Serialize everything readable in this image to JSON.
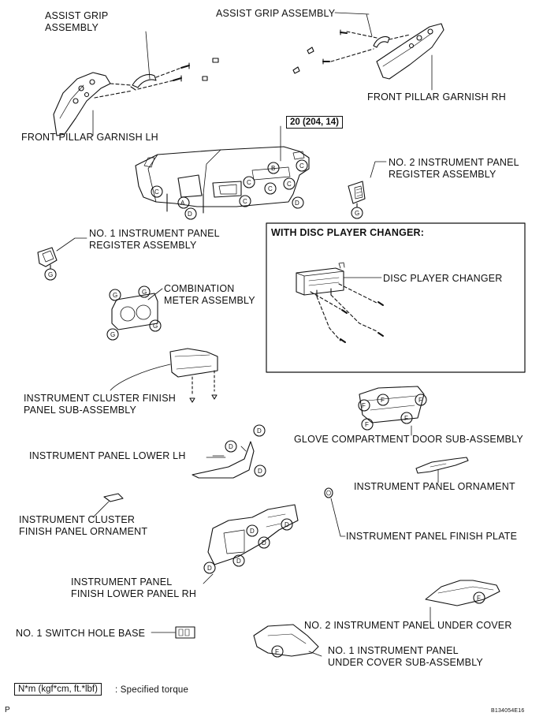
{
  "labels": {
    "assist_grip_lh": [
      "ASSIST GRIP",
      "ASSEMBLY"
    ],
    "assist_grip_rh": "ASSIST GRIP ASSEMBLY",
    "front_pillar_rh": "FRONT PILLAR GARNISH RH",
    "front_pillar_lh": "FRONT PILLAR GARNISH LH",
    "torque_callout": "20 (204, 14)",
    "no2_register": [
      "NO. 2 INSTRUMENT PANEL",
      "REGISTER ASSEMBLY"
    ],
    "no1_register": [
      "NO. 1 INSTRUMENT PANEL",
      "REGISTER ASSEMBLY"
    ],
    "disc_box_title": "WITH DISC PLAYER CHANGER:",
    "disc_player_changer": "DISC PLAYER CHANGER",
    "combination_meter": [
      "COMBINATION",
      "METER ASSEMBLY"
    ],
    "instrument_cluster_finish_panel": [
      "INSTRUMENT CLUSTER FINISH",
      "PANEL SUB-ASSEMBLY"
    ],
    "glove_compartment": "GLOVE COMPARTMENT DOOR SUB-ASSEMBLY",
    "instrument_panel_lower_lh": "INSTRUMENT PANEL LOWER LH",
    "instrument_panel_ornament": "INSTRUMENT PANEL ORNAMENT",
    "cluster_finish_ornament": [
      "INSTRUMENT CLUSTER",
      "FINISH PANEL ORNAMENT"
    ],
    "finish_plate": "INSTRUMENT PANEL FINISH PLATE",
    "finish_lower_panel_rh": [
      "INSTRUMENT PANEL",
      "FINISH LOWER PANEL RH"
    ],
    "no2_under_cover": "NO. 2 INSTRUMENT PANEL UNDER COVER",
    "no1_switch_hole_base": "NO. 1 SWITCH HOLE BASE",
    "no1_under_cover": [
      "NO. 1 INSTRUMENT PANEL",
      "UNDER COVER SUB-ASSEMBLY"
    ]
  },
  "legend": {
    "unit_box": "N*m (kgf*cm, ft.*lbf)",
    "text": ": Specified torque"
  },
  "footer": {
    "left": "P",
    "right": "B134054E16"
  },
  "clip_letters": {
    "A": "A",
    "B": "B",
    "C": "C",
    "D": "D",
    "F": "F",
    "G": "G"
  }
}
